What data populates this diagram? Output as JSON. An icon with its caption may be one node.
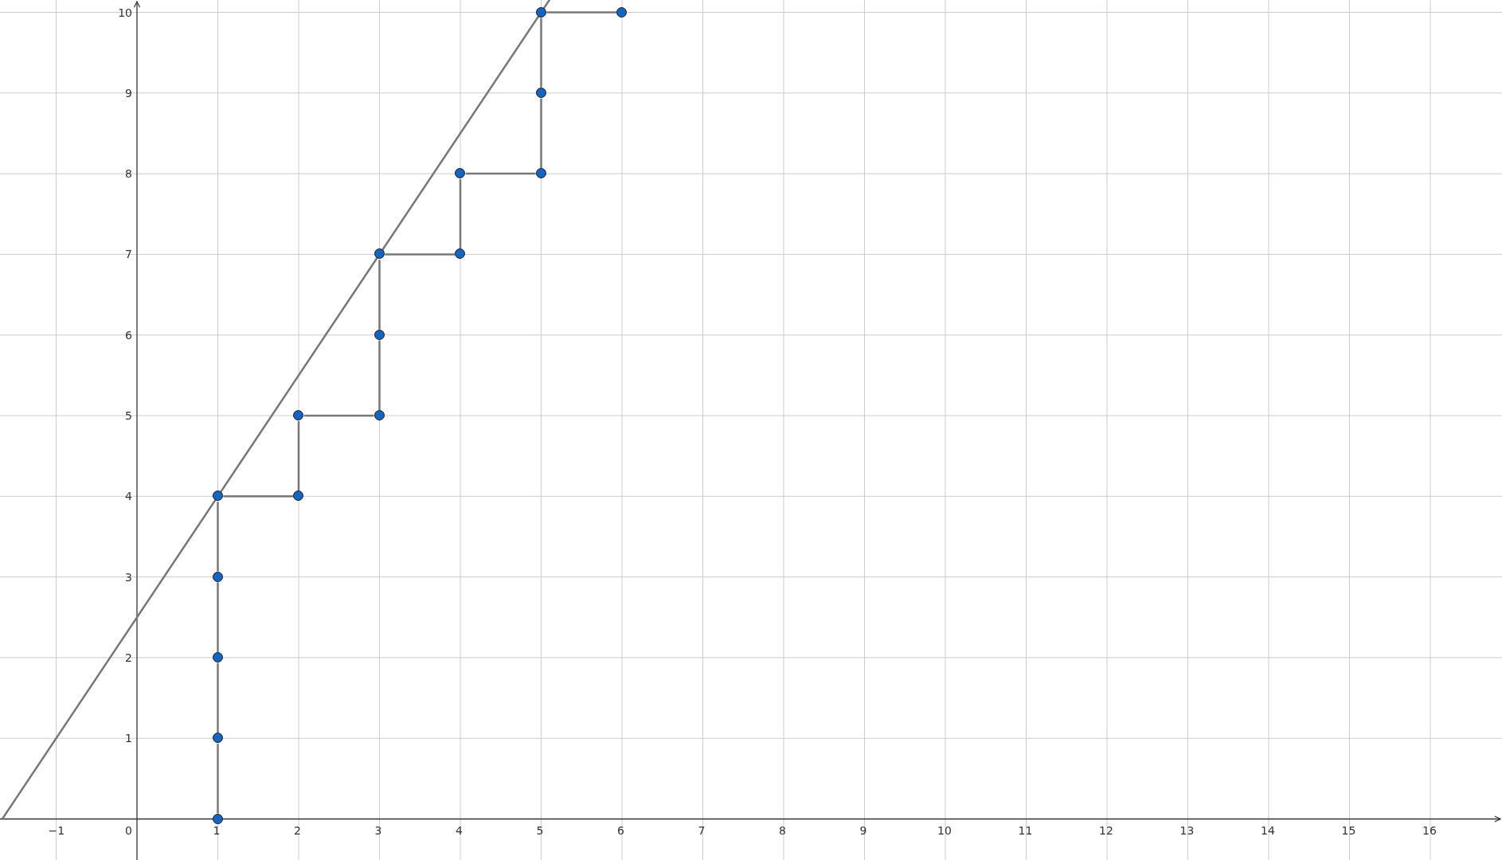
{
  "diagram": {
    "nodes": [
      {
        "text": [],
        "shape": "circle"
      },
      {
        "text": [],
        "shape": "circle"
      },
      {
        "text": [],
        "shape": "circle"
      },
      {
        "text": [],
        "shape": "circle"
      },
      {
        "text": [],
        "shape": "circle"
      },
      {
        "text": [],
        "shape": "circle"
      },
      {
        "text": [],
        "shape": "circle"
      },
      {
        "text": [],
        "shape": "circle"
      },
      {
        "text": [],
        "shape": "circle"
      },
      {
        "text": [],
        "shape": "circle"
      },
      {
        "text": [],
        "shape": "circle"
      },
      {
        "text": [],
        "shape": "circle"
      },
      {
        "text": [],
        "shape": "circle"
      },
      {
        "text": [],
        "shape": "circle"
      },
      {
        "text": [],
        "shape": "circle"
      },
      {
        "text": [],
        "shape": "circle"
      }
    ],
    "edges": [
      {
        "from": 0,
        "to": 1,
        "arrow": "none"
      },
      {
        "from": 0,
        "to": 2,
        "arrow": "none"
      },
      {
        "from": 2,
        "to": 4,
        "arrow": "none"
      },
      {
        "from": 3,
        "to": 4,
        "arrow": "none"
      },
      {
        "from": 3,
        "to": 6,
        "arrow": "none"
      },
      {
        "from": 5,
        "to": 6,
        "arrow": "none"
      },
      {
        "from": 5,
        "to": 7,
        "arrow": "none"
      },
      {
        "from": 7,
        "to": 9,
        "arrow": "none"
      },
      {
        "from": 8,
        "to": 9,
        "arrow": "none"
      },
      {
        "from": 8,
        "to": 11,
        "arrow": "none"
      },
      {
        "from": 10,
        "to": 11,
        "arrow": "none"
      },
      {
        "from": 10,
        "to": 12,
        "arrow": "none"
      },
      {
        "from": 12,
        "to": 13,
        "arrow": "none"
      },
      {
        "from": 13,
        "to": 14,
        "arrow": "none"
      },
      {
        "from": 14,
        "to": 15,
        "arrow": "none"
      }
    ],
    "labels": [
      "10",
      "9",
      "8",
      "7",
      "6",
      "5",
      "4",
      "3",
      "2",
      "1",
      "−1",
      "0",
      "1",
      "2",
      "3",
      "4",
      "5",
      "6",
      "7",
      "8",
      "9",
      "10",
      "11",
      "12",
      "13",
      "14",
      "15",
      "16"
    ]
  }
}
